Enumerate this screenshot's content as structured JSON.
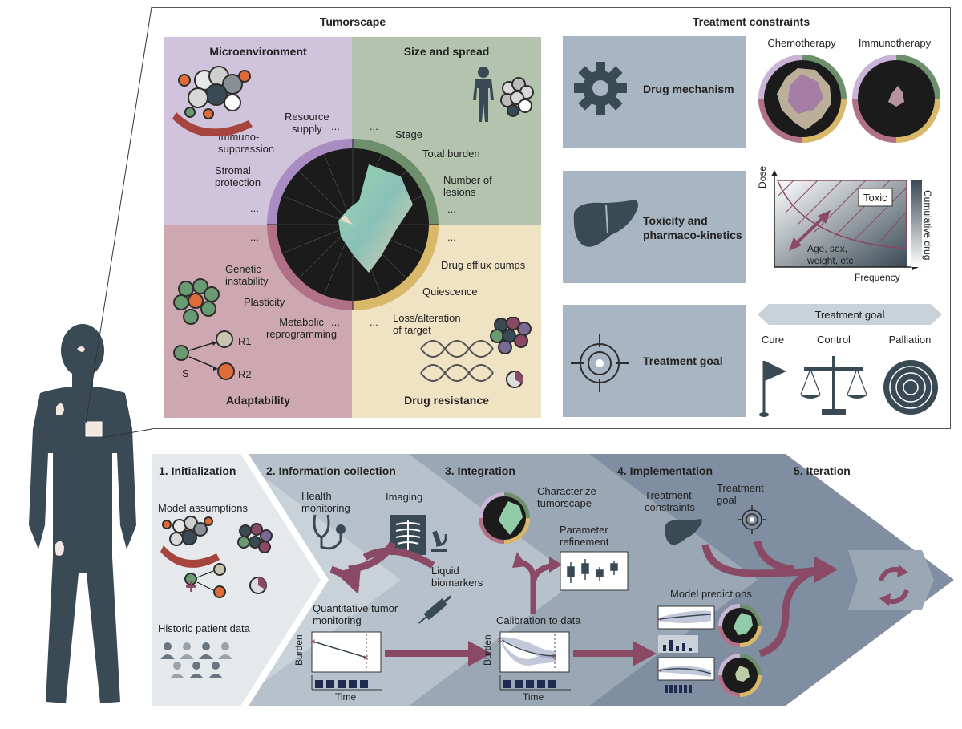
{
  "tumorscape": {
    "title": "Tumorscape",
    "quadrants": {
      "microenvironment": "Microenvironment",
      "size_spread": "Size and spread",
      "adaptability": "Adaptability",
      "drug_resistance": "Drug resistance"
    },
    "labels": {
      "resource_supply": "Resource\nsupply",
      "immuno_suppression": "Immuno-\nsuppression",
      "stromal_protection": "Stromal\nprotection",
      "stage": "Stage",
      "total_burden": "Total burden",
      "number_of_lesions": "Number of\nlesions",
      "drug_efflux": "Drug efflux pumps",
      "quiescence": "Quiescence",
      "loss_alteration": "Loss/alteration\nof target",
      "genetic_instability": "Genetic\ninstability",
      "plasticity": "Plasticity",
      "metabolic": "Metabolic\nreprogramming",
      "ellipsis": "...",
      "r1": "R1",
      "r2": "R2",
      "s": "S"
    },
    "colors": {
      "microenvironment": "#cfc4dc",
      "size_spread": "#b3c3ad",
      "adaptability": "#cda8b1",
      "drug_resistance": "#efe3c3"
    }
  },
  "constraints": {
    "title": "Treatment constraints",
    "drug_mechanism": "Drug mechanism",
    "toxicity": "Toxicity and\npharmaco-kinetics",
    "treatment_goal": "Treatment goal",
    "chemotherapy": "Chemotherapy",
    "immunotherapy": "Immunotherapy",
    "dose_axis": "Dose",
    "frequency_axis": "Frequency",
    "cumulative_drug": "Cumulative drug",
    "toxic": "Toxic",
    "age_sex": "Age, sex,\nweight, etc",
    "goal_bar": "Treatment goal",
    "cure": "Cure",
    "control": "Control",
    "palliation": "Palliation"
  },
  "workflow": {
    "stages": [
      {
        "title": "1. Initialization"
      },
      {
        "title": "2. Information collection"
      },
      {
        "title": "3. Integration"
      },
      {
        "title": "4. Implementation"
      },
      {
        "title": "5. Iteration"
      }
    ],
    "model_assumptions": "Model assumptions",
    "historic_data": "Historic patient data",
    "plus": "+",
    "health_monitoring": "Health\nmonitoring",
    "imaging": "Imaging",
    "liquid_biomarkers": "Liquid\nbiomarkers",
    "quantitative_monitoring": "Quantitative tumor\nmonitoring",
    "characterize": "Characterize\ntumorscape",
    "parameter_refinement": "Parameter\nrefinement",
    "calibration": "Calibration to data",
    "treatment_constraints": "Treatment\nconstraints",
    "treatment_goal": "Treatment\ngoal",
    "model_predictions": "Model predictions",
    "burden": "Burden",
    "time": "Time"
  },
  "colors": {
    "dark_figure": "#3a4a55",
    "arrow": "#8a4a66",
    "stage1": "#e6e9ec",
    "stage2": "#c9d1d9",
    "stage3": "#b6c1cc",
    "stage4": "#9aa8b6",
    "stage5": "#7f8ea0"
  }
}
